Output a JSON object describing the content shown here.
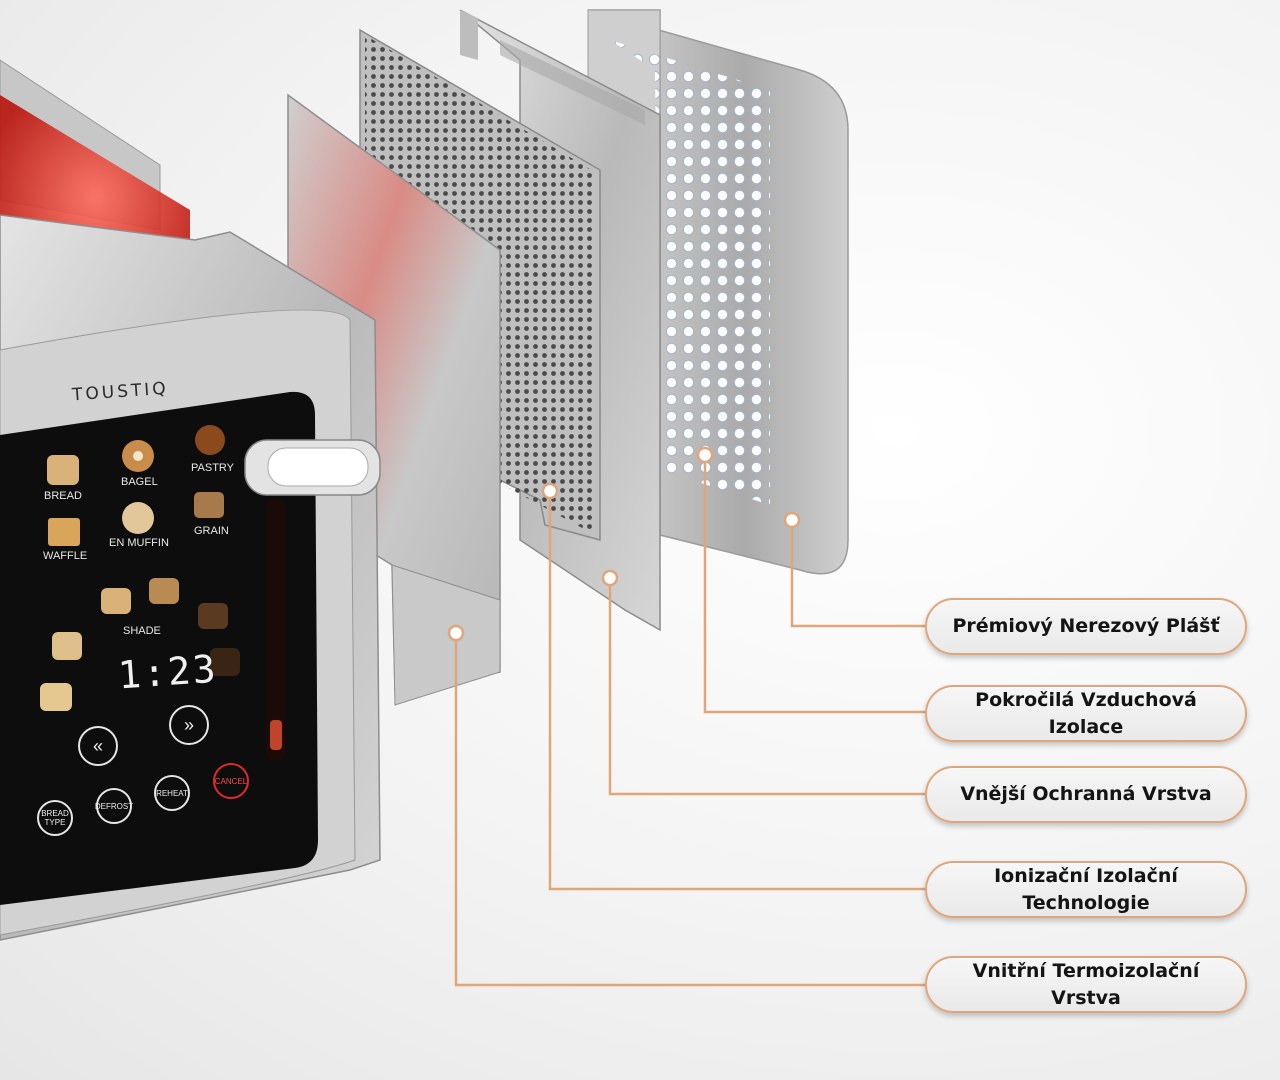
{
  "product": {
    "brand": "TOUSTIQ",
    "presets": [
      "BREAD",
      "BAGEL",
      "PASTRY",
      "WAFFLE",
      "EN MUFFIN",
      "GRAIN"
    ],
    "shade_label": "SHADE",
    "timer_display": "1:23",
    "buttons": [
      "BREAD TYPE",
      "DEFROST",
      "REHEAT",
      "CANCEL"
    ],
    "arrow_left": "«",
    "arrow_right": "»"
  },
  "callouts": [
    {
      "lines": [
        "Prémiový Nerezový Plášť"
      ]
    },
    {
      "lines": [
        "Pokročilá Vzduchová Izolace"
      ]
    },
    {
      "lines": [
        "Vnější Ochranná Vrstva"
      ]
    },
    {
      "lines": [
        "Ionizační Izolační",
        "Technologie"
      ]
    },
    {
      "lines": [
        "Vnitřní Termoizolační",
        "Vrstva"
      ]
    }
  ],
  "colors": {
    "leader_line": "#e0a57a",
    "callout_border": "#e0a57a",
    "panel": "#0d0d0d",
    "steel": "#c4c4c4",
    "heater_glow": "#ff3b2f"
  }
}
